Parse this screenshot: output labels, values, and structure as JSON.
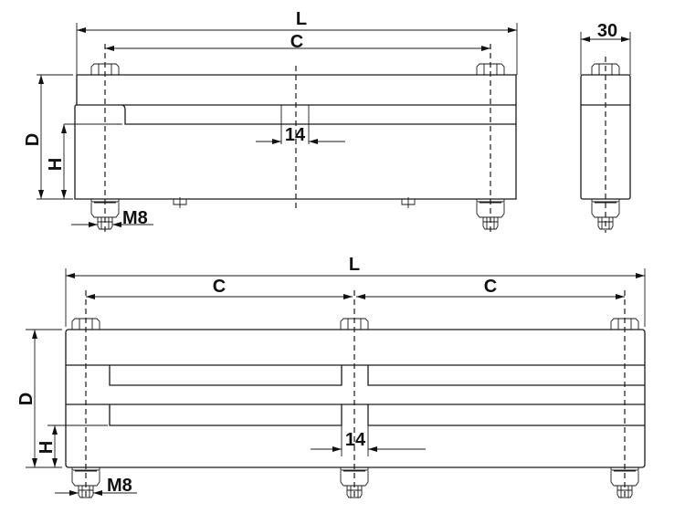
{
  "drawing": {
    "top_view": {
      "length": "L",
      "center": "C",
      "depth": "D",
      "height": "H",
      "gap": "14",
      "thread": "M8"
    },
    "side_view": {
      "width": "30"
    },
    "bottom_view": {
      "length": "L",
      "center_left": "C",
      "center_right": "C",
      "depth": "D",
      "height": "H",
      "gap": "14",
      "thread": "M8"
    }
  }
}
